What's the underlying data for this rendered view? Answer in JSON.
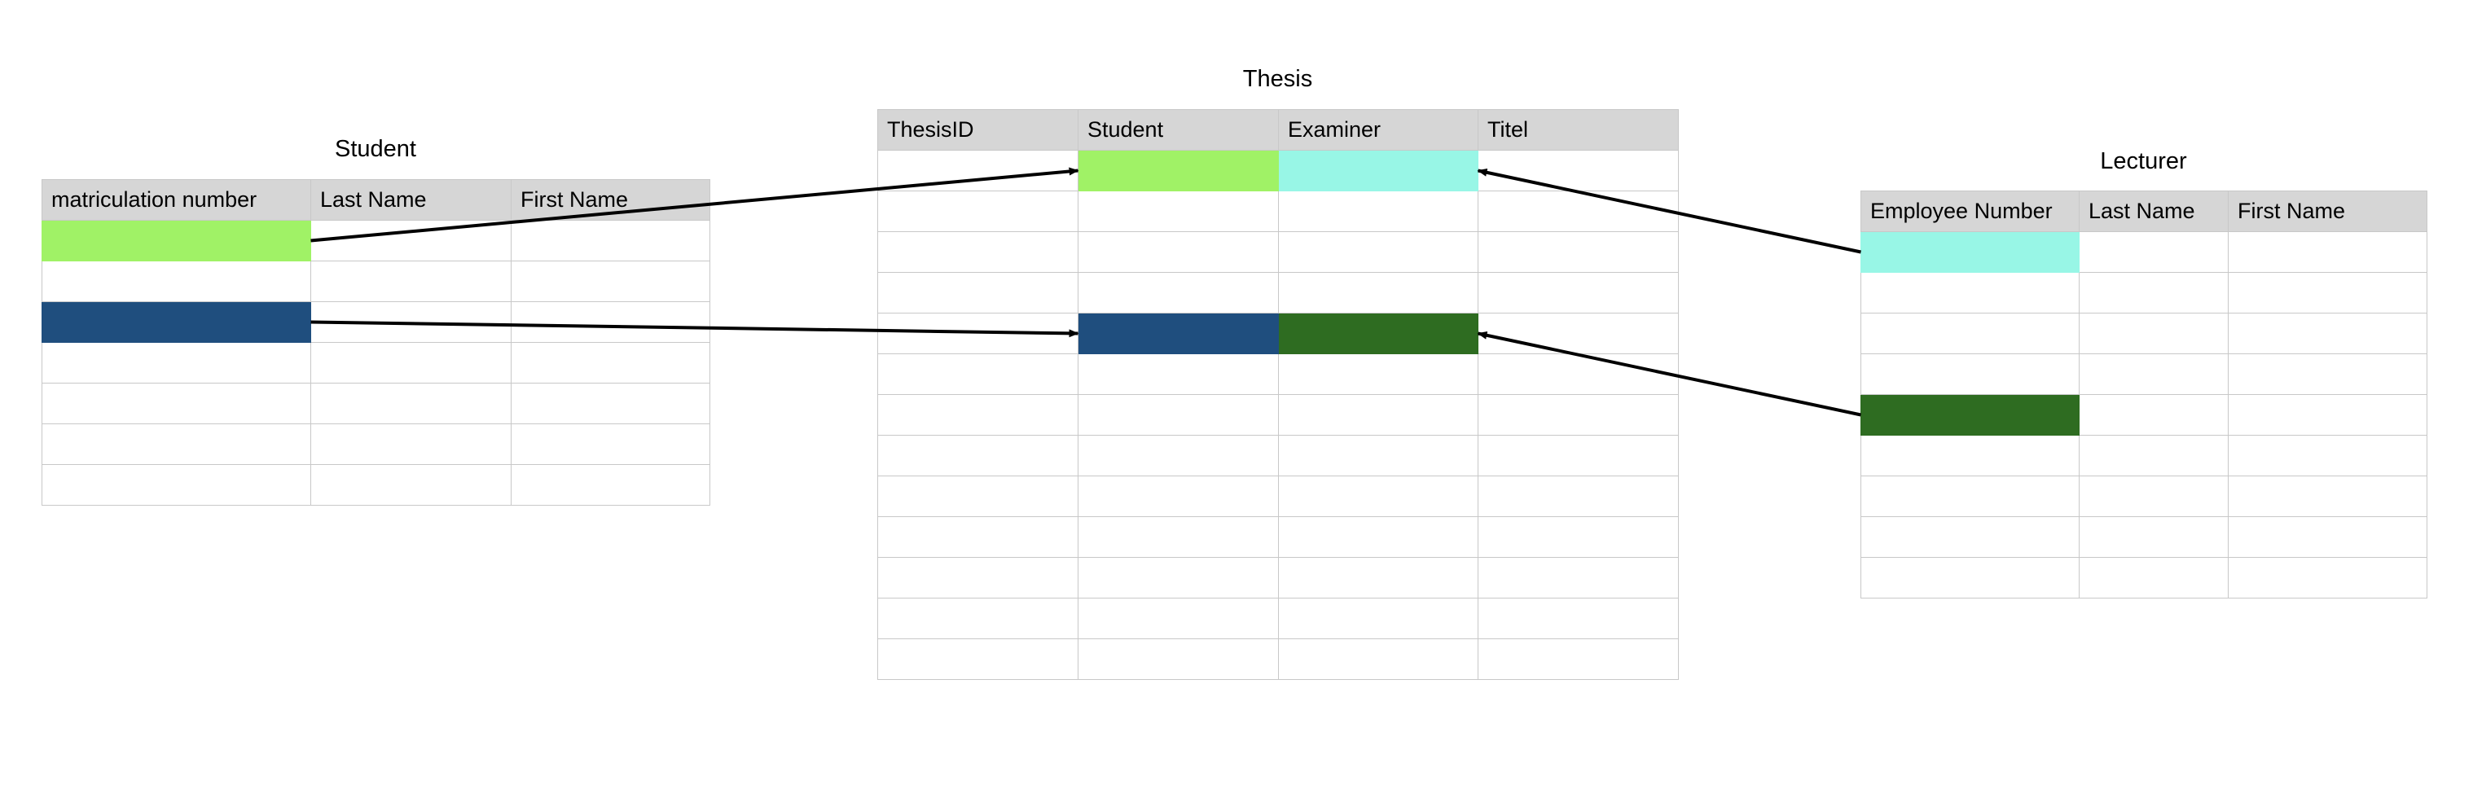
{
  "tables": {
    "student": {
      "title": "Student",
      "columns": [
        "matriculation number",
        "Last Name",
        "First Name"
      ],
      "row_count": 7,
      "highlights": [
        {
          "row": 0,
          "col": 0,
          "color": "#a0f266"
        },
        {
          "row": 2,
          "col": 0,
          "color": "#1f4e7e"
        }
      ]
    },
    "thesis": {
      "title": "Thesis",
      "columns": [
        "ThesisID",
        "Student",
        "Examiner",
        "Titel"
      ],
      "row_count": 13,
      "highlights": [
        {
          "row": 0,
          "col": 1,
          "color": "#a0f266"
        },
        {
          "row": 0,
          "col": 2,
          "color": "#98f6e6"
        },
        {
          "row": 4,
          "col": 1,
          "color": "#1f4e7e"
        },
        {
          "row": 4,
          "col": 2,
          "color": "#2e6c21"
        }
      ]
    },
    "lecturer": {
      "title": "Lecturer",
      "columns": [
        "Employee Number",
        "Last Name",
        "First Name"
      ],
      "row_count": 9,
      "highlights": [
        {
          "row": 0,
          "col": 0,
          "color": "#98f6e6"
        },
        {
          "row": 4,
          "col": 0,
          "color": "#2e6c21"
        }
      ]
    }
  },
  "arrows": [
    {
      "from": {
        "table": "student",
        "row": 0,
        "col": 0,
        "side": "right"
      },
      "to": {
        "table": "thesis",
        "row": 0,
        "col": 1,
        "side": "left"
      }
    },
    {
      "from": {
        "table": "student",
        "row": 2,
        "col": 0,
        "side": "right"
      },
      "to": {
        "table": "thesis",
        "row": 4,
        "col": 1,
        "side": "left"
      }
    },
    {
      "from": {
        "table": "lecturer",
        "row": 0,
        "col": 0,
        "side": "left"
      },
      "to": {
        "table": "thesis",
        "row": 0,
        "col": 2,
        "side": "right"
      }
    },
    {
      "from": {
        "table": "lecturer",
        "row": 4,
        "col": 0,
        "side": "left"
      },
      "to": {
        "table": "thesis",
        "row": 4,
        "col": 2,
        "side": "right"
      }
    }
  ],
  "colors": {
    "header_bg": "#d6d6d6",
    "grid_line": "#c8c8c8",
    "arrow": "#000000"
  }
}
